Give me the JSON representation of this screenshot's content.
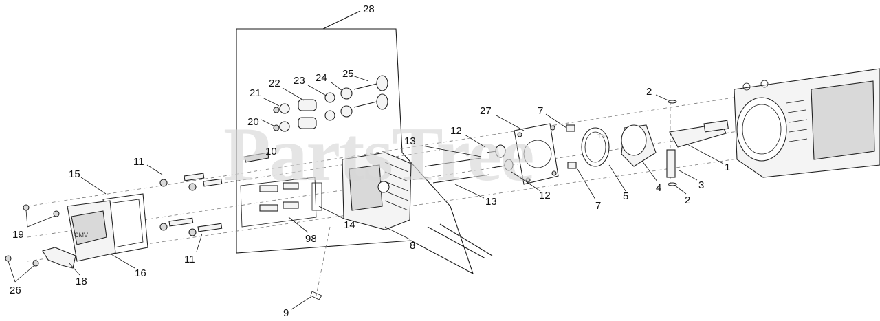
{
  "diagram": {
    "watermark": "PartsTree",
    "watermark_mark": "™",
    "callouts": [
      {
        "id": "28",
        "label": "28"
      },
      {
        "id": "25",
        "label": "25"
      },
      {
        "id": "24",
        "label": "24"
      },
      {
        "id": "23",
        "label": "23"
      },
      {
        "id": "22",
        "label": "22"
      },
      {
        "id": "21",
        "label": "21"
      },
      {
        "id": "20",
        "label": "20"
      },
      {
        "id": "10",
        "label": "10"
      },
      {
        "id": "11a",
        "label": "11"
      },
      {
        "id": "11b",
        "label": "11"
      },
      {
        "id": "15",
        "label": "15"
      },
      {
        "id": "19",
        "label": "19"
      },
      {
        "id": "26",
        "label": "26"
      },
      {
        "id": "18",
        "label": "18"
      },
      {
        "id": "16",
        "label": "16"
      },
      {
        "id": "98",
        "label": "98"
      },
      {
        "id": "14",
        "label": "14"
      },
      {
        "id": "8",
        "label": "8"
      },
      {
        "id": "9",
        "label": "9"
      },
      {
        "id": "13a",
        "label": "13"
      },
      {
        "id": "13b",
        "label": "13"
      },
      {
        "id": "12a",
        "label": "12"
      },
      {
        "id": "12b",
        "label": "12"
      },
      {
        "id": "27",
        "label": "27"
      },
      {
        "id": "7a",
        "label": "7"
      },
      {
        "id": "7b",
        "label": "7"
      },
      {
        "id": "5",
        "label": "5"
      },
      {
        "id": "4",
        "label": "4"
      },
      {
        "id": "2a",
        "label": "2"
      },
      {
        "id": "2b",
        "label": "2"
      },
      {
        "id": "1",
        "label": "1"
      },
      {
        "id": "3",
        "label": "3"
      }
    ]
  }
}
